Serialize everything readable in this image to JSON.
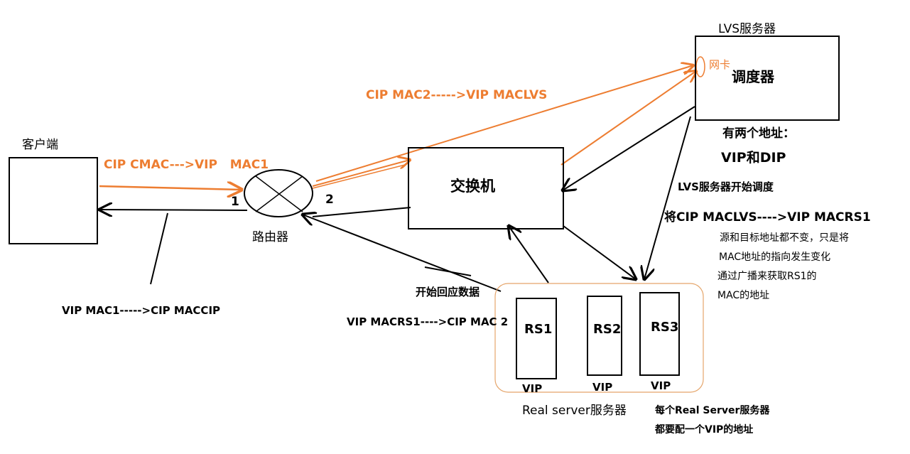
{
  "labels": {
    "client": "客户端",
    "router": "路由器",
    "switch": "交换机",
    "lvs_title": "LVS服务器",
    "scheduler": "调度器",
    "nic": "网卡",
    "lvs_two_addr": "有两个地址：",
    "vip_dip": "VIP和DIP",
    "lvs_start": "LVS服务器开始调度",
    "rewrite": "将CIP MACLVS---->VIP MACRS1",
    "note1": "源和目标地址都不变，只是将",
    "note2": "MAC地址的指向发生变化",
    "note3": "通过广播来获取RS1的",
    "note4": "MAC的地址",
    "client_to_router": "CIP CMAC--->VIP   MAC1",
    "router_to_lvs": "CIP MAC2----->VIP MACLVS",
    "router_to_client": "VIP MAC1----->CIP MACCIP",
    "start_reply": "开始回应数据",
    "rs_to_router": "VIP MACRS1---->CIP MAC 2",
    "port1": "1",
    "port2": "2",
    "rs1": "RS1",
    "rs2": "RS2",
    "rs3": "RS3",
    "vip": "VIP",
    "real_server": "Real server服务器",
    "rs_note1": "每个Real Server服务器",
    "rs_note2": "都要配一个VIP的地址"
  },
  "colors": {
    "request_line": "#ED7D31",
    "reply_line": "#000000",
    "cluster_border": "#E5A56B"
  }
}
